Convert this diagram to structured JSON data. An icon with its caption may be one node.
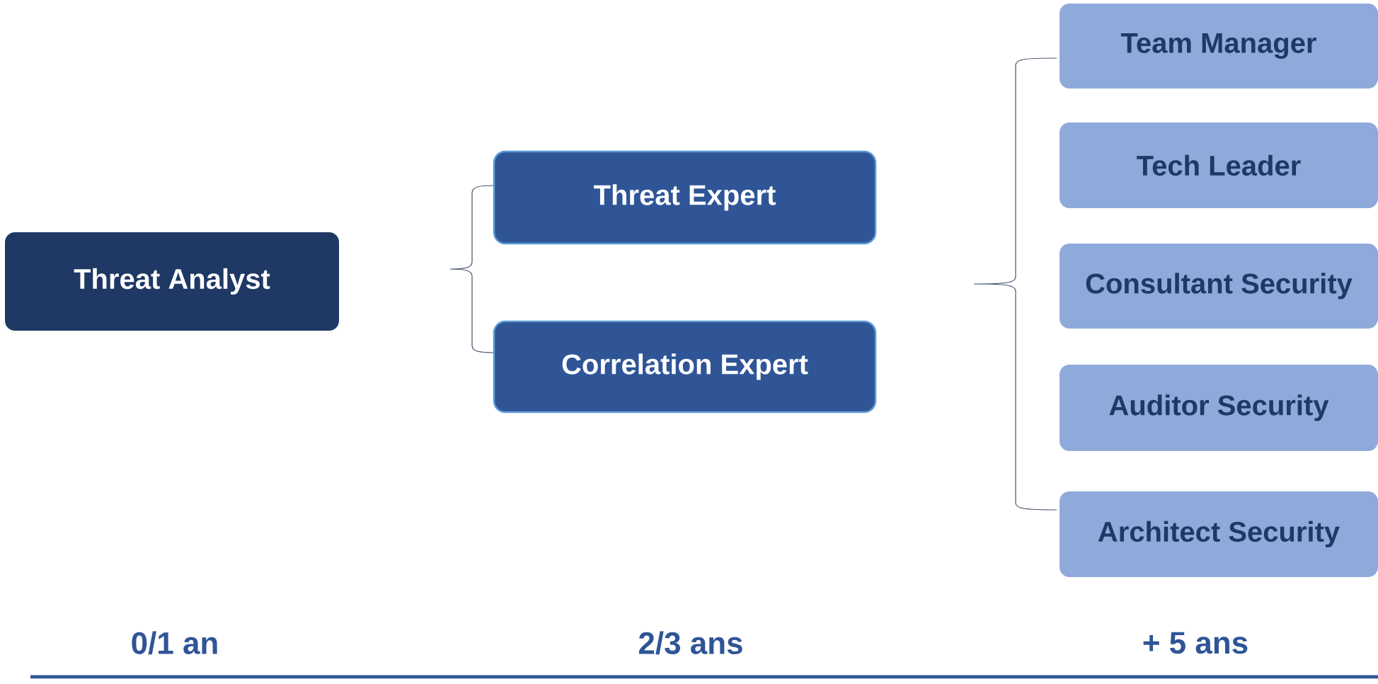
{
  "diagram": {
    "nodes": [
      {
        "text": [
          "Threat Analyst"
        ]
      },
      {
        "text": [
          "Threat Expert"
        ]
      },
      {
        "text": [
          "Correlation Expert"
        ]
      },
      {
        "text": [
          "Team Manager"
        ]
      },
      {
        "text": [
          "Tech Leader"
        ]
      },
      {
        "text": [
          "Consultant Security"
        ]
      },
      {
        "text": [
          "Auditor Security"
        ]
      },
      {
        "text": [
          "Architect Security"
        ]
      }
    ],
    "labels": [
      "0/1 an",
      "2/3 ans",
      "+ 5 ans"
    ]
  }
}
